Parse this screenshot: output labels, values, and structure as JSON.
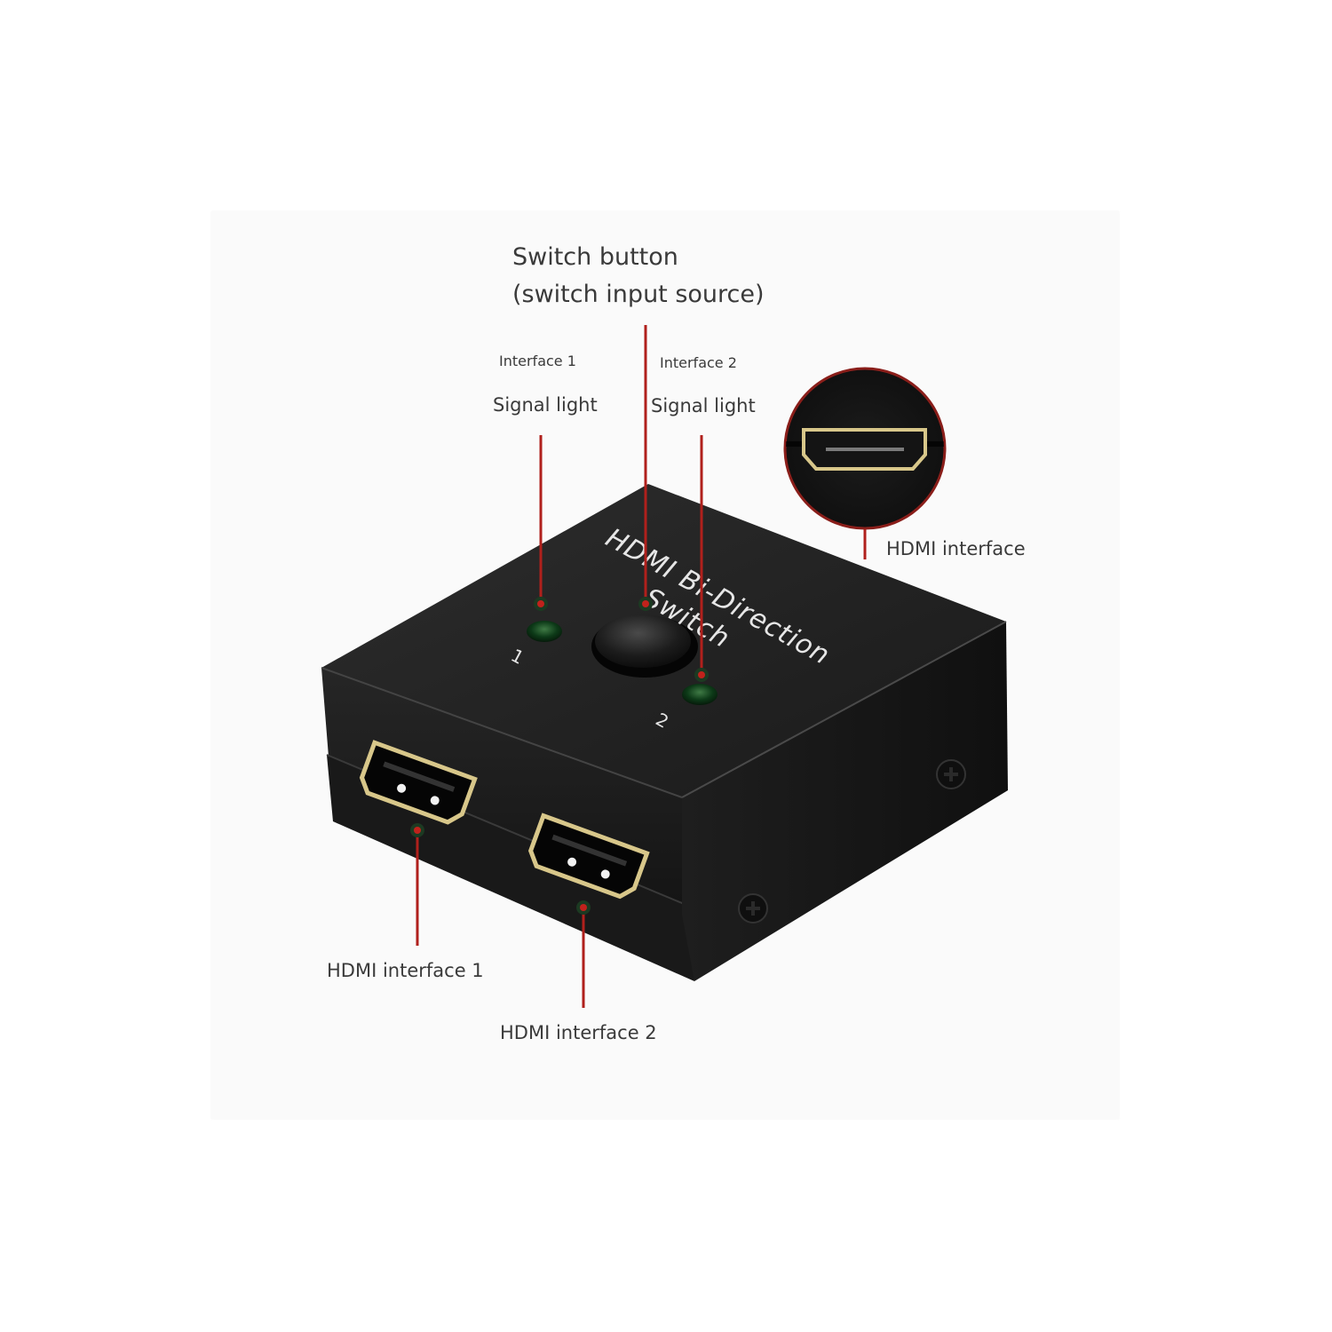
{
  "diagram": {
    "title_callout": {
      "line1": "Switch button",
      "line2": "(switch input source)"
    },
    "callouts": {
      "interface1_signal": {
        "line1": "Interface 1",
        "line2": "Signal light"
      },
      "interface2_signal": {
        "line1": "Interface 2",
        "line2": "Signal light"
      },
      "hdmi_interface": "HDMI interface",
      "hdmi_interface_1": "HDMI interface 1",
      "hdmi_interface_2": "HDMI interface 2"
    },
    "device": {
      "top_label_line1": "HDMI Bi-Direction",
      "top_label_line2": "Switch",
      "led1_number": "1",
      "led2_number": "2"
    },
    "colors": {
      "panel_bg": "#fafafa",
      "callout_line": "#b0201c",
      "device_body": "#1f1f1f",
      "port_gold": "#d8c78a",
      "led_green": "#0d3a18",
      "label_text": "#3a3a3a"
    }
  }
}
